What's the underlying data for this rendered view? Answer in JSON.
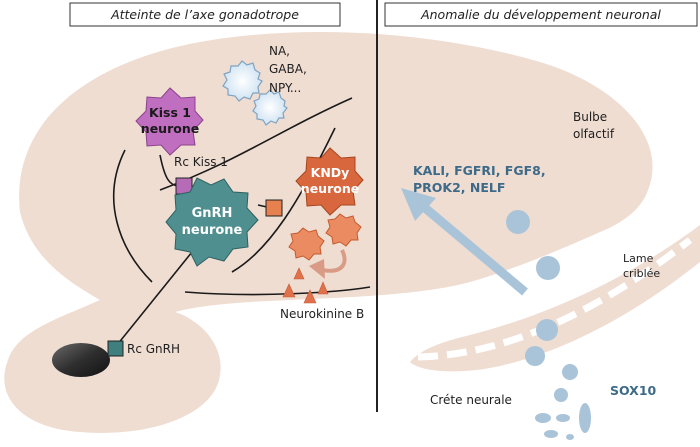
{
  "panels": {
    "left_header": "Atteinte de l’axe gonadotrope",
    "right_header": "Anomalie du développement neuronal"
  },
  "left": {
    "neurotransmitters": [
      "NA,",
      "GABA,",
      "NPY..."
    ],
    "kiss1_neuron": [
      "Kiss 1",
      "neurone"
    ],
    "rc_kiss1": "Rc Kiss 1",
    "gnrh_neuron": [
      "GnRH",
      "neurone"
    ],
    "kndy_neuron": [
      "KNDy",
      "neurone"
    ],
    "neurokinin": "Neurokinine B",
    "rc_gnrh": "Rc GnRH"
  },
  "right": {
    "bulb": [
      "Bulbe",
      "olfactif"
    ],
    "genes": [
      "KALI, FGFRI, FGF8,",
      "PROK2, NELF"
    ],
    "lame": [
      "Lame",
      "criblée"
    ],
    "crest": "Créte neurale",
    "sox10": "SOX10"
  },
  "colors": {
    "brain": "#efddd2",
    "kiss1": "#c06ec0",
    "gnrh": "#4f8f8f",
    "kndy": "#d9673d",
    "kndy_small": "#e98a62",
    "blue_cell": "#a9c4d9",
    "gene_text": "#3d6a88"
  }
}
